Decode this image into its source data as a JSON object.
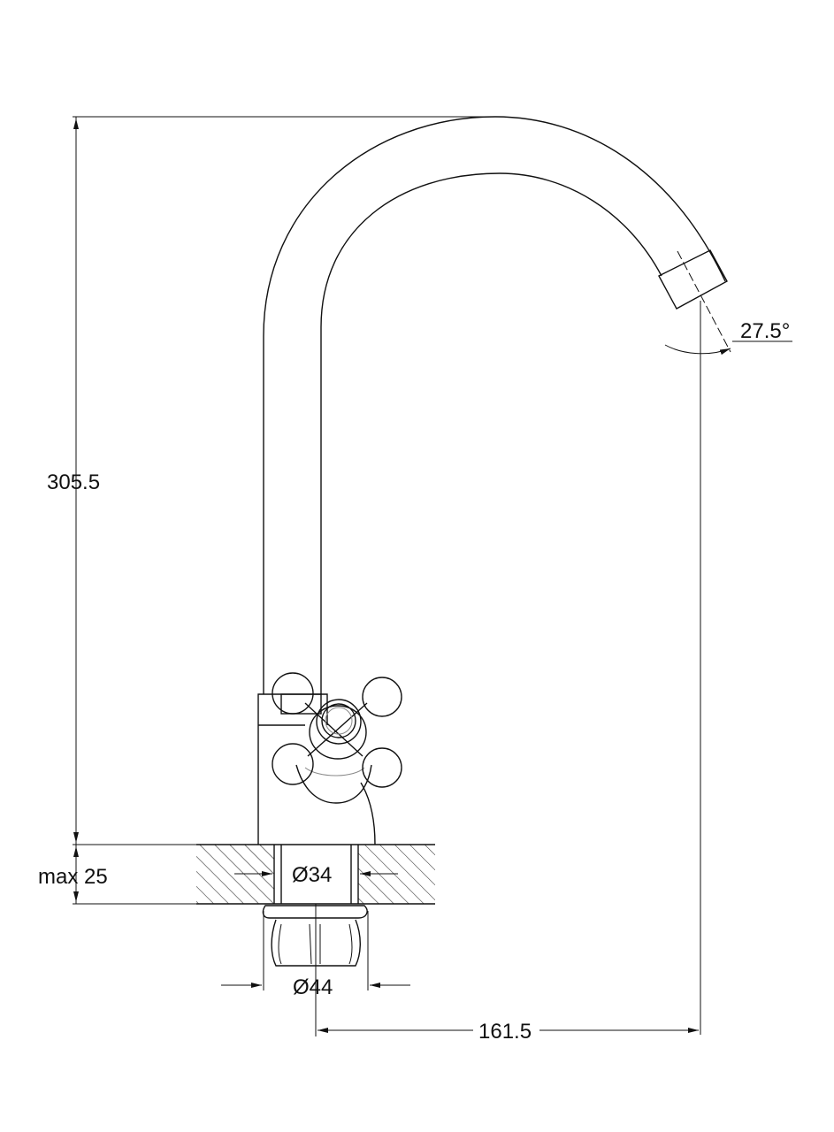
{
  "drawing": {
    "subject": "faucet",
    "dimensions": {
      "height": "305.5",
      "counter_thickness": "max 25",
      "hole_diameter": "Ø34",
      "base_diameter": "Ø44",
      "reach": "161.5",
      "spout_angle": "27.5°"
    }
  }
}
